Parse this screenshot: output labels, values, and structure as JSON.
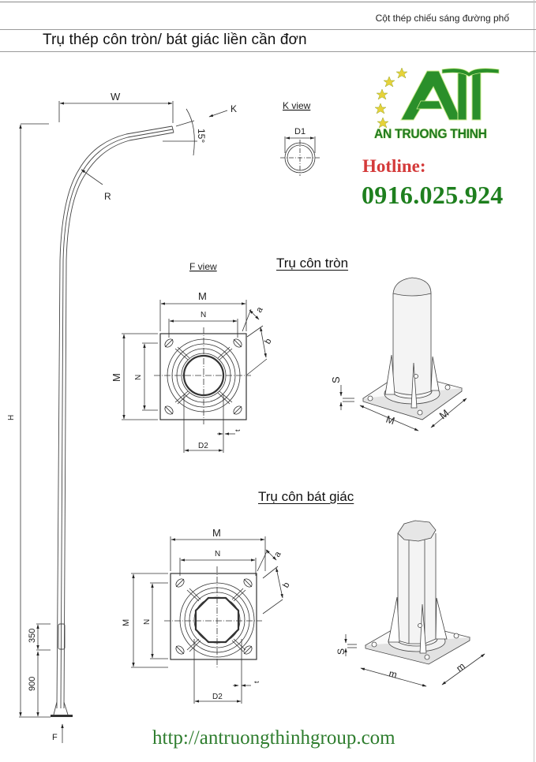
{
  "header": {
    "caption": "Cột thép chiếu sáng đường phố",
    "title": "Trụ thép côn tròn/ bát giác liền cần đơn"
  },
  "brand": {
    "logo_monogram": "AT",
    "name": "AN TRUONG THINH",
    "stars": 5,
    "hotline_label": "Hotline:",
    "hotline_number": "0916.025.924",
    "website": "http://antruongthinhgroup.com",
    "colors": {
      "brand_green": "#1f7a1f",
      "hotline_red": "#d43a3a",
      "star_yellow": "#e6d23a",
      "website_green": "#2e7d2e"
    }
  },
  "pole_elevation": {
    "dim_width": "W",
    "dim_height": "H",
    "dim_radius": "R",
    "angle": "15°",
    "view_arrow_k": "K",
    "view_arrow_f": "F",
    "dim_door": "350",
    "dim_base": "900"
  },
  "k_view": {
    "label": "K view",
    "dim_diameter": "D1"
  },
  "f_view": {
    "label": "F view"
  },
  "round_base": {
    "section_title": "Trụ côn tròn",
    "dim_plate_w": "M",
    "dim_plate_h": "M",
    "dim_bolt_w": "N",
    "dim_bolt_h": "N",
    "dim_a": "a",
    "dim_b": "b",
    "dim_d2": "D2",
    "dim_t": "t",
    "iso_thickness": "S",
    "iso_side1": "M",
    "iso_side2": "M"
  },
  "octagon_base": {
    "section_title": "Trụ côn bát giác",
    "dim_plate_w": "M",
    "dim_plate_h": "M",
    "dim_bolt_w": "N",
    "dim_bolt_h": "N",
    "dim_a": "a",
    "dim_b": "b",
    "dim_d2": "D2",
    "dim_t": "t",
    "iso_thickness": "S",
    "iso_side1": "m",
    "iso_side2": "m"
  }
}
